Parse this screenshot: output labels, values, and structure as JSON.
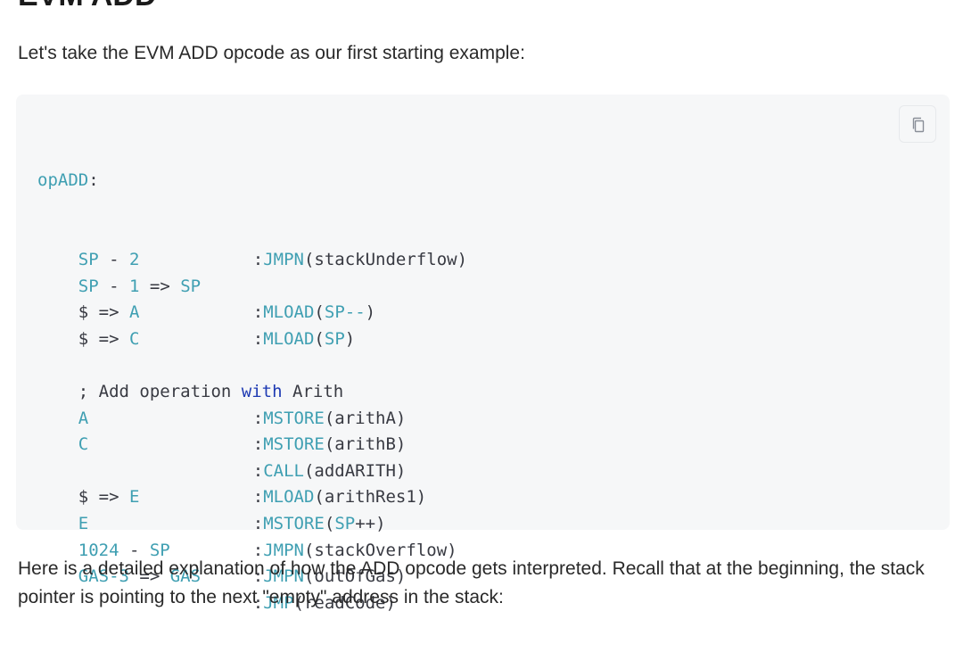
{
  "heading": "EVM ADD",
  "intro": "Let's take the EVM ADD opcode as our first starting example:",
  "copy_icon": "copy-icon",
  "code": {
    "label": "opADD",
    "lines": [
      {
        "a": [
          {
            "t": "SP",
            "c": "reg"
          },
          {
            "t": " - ",
            "c": "plain"
          },
          {
            "t": "2",
            "c": "reg"
          }
        ],
        "b": [
          {
            "t": ":",
            "c": "plain"
          },
          {
            "t": "JMPN",
            "c": "fn"
          },
          {
            "t": "(stackUnderflow)",
            "c": "plain"
          }
        ]
      },
      {
        "a": [
          {
            "t": "SP",
            "c": "reg"
          },
          {
            "t": " - ",
            "c": "plain"
          },
          {
            "t": "1",
            "c": "reg"
          },
          {
            "t": " => ",
            "c": "plain"
          },
          {
            "t": "SP",
            "c": "reg"
          }
        ],
        "b": []
      },
      {
        "a": [
          {
            "t": "$",
            "c": "plain"
          },
          {
            "t": " => ",
            "c": "plain"
          },
          {
            "t": "A",
            "c": "reg"
          }
        ],
        "b": [
          {
            "t": ":",
            "c": "plain"
          },
          {
            "t": "MLOAD",
            "c": "fn"
          },
          {
            "t": "(",
            "c": "plain"
          },
          {
            "t": "SP--",
            "c": "reg"
          },
          {
            "t": ")",
            "c": "plain"
          }
        ]
      },
      {
        "a": [
          {
            "t": "$",
            "c": "plain"
          },
          {
            "t": " => ",
            "c": "plain"
          },
          {
            "t": "C",
            "c": "reg"
          }
        ],
        "b": [
          {
            "t": ":",
            "c": "plain"
          },
          {
            "t": "MLOAD",
            "c": "fn"
          },
          {
            "t": "(",
            "c": "plain"
          },
          {
            "t": "SP",
            "c": "reg"
          },
          {
            "t": ")",
            "c": "plain"
          }
        ]
      },
      {
        "a": [],
        "b": []
      },
      {
        "a": [
          {
            "t": "; Add operation ",
            "c": "plain"
          },
          {
            "t": "with",
            "c": "kw"
          },
          {
            "t": " Arith",
            "c": "plain"
          }
        ],
        "b": [],
        "full": true
      },
      {
        "a": [
          {
            "t": "A",
            "c": "reg"
          }
        ],
        "b": [
          {
            "t": ":",
            "c": "plain"
          },
          {
            "t": "MSTORE",
            "c": "fn"
          },
          {
            "t": "(arithA)",
            "c": "plain"
          }
        ]
      },
      {
        "a": [
          {
            "t": "C",
            "c": "reg"
          }
        ],
        "b": [
          {
            "t": ":",
            "c": "plain"
          },
          {
            "t": "MSTORE",
            "c": "fn"
          },
          {
            "t": "(arithB)",
            "c": "plain"
          }
        ]
      },
      {
        "a": [],
        "b": [
          {
            "t": ":",
            "c": "plain"
          },
          {
            "t": "CALL",
            "c": "fn"
          },
          {
            "t": "(addARITH)",
            "c": "plain"
          }
        ]
      },
      {
        "a": [
          {
            "t": "$",
            "c": "plain"
          },
          {
            "t": " => ",
            "c": "plain"
          },
          {
            "t": "E",
            "c": "reg"
          }
        ],
        "b": [
          {
            "t": ":",
            "c": "plain"
          },
          {
            "t": "MLOAD",
            "c": "fn"
          },
          {
            "t": "(arithRes1)",
            "c": "plain"
          }
        ]
      },
      {
        "a": [
          {
            "t": "E",
            "c": "reg"
          }
        ],
        "b": [
          {
            "t": ":",
            "c": "plain"
          },
          {
            "t": "MSTORE",
            "c": "fn"
          },
          {
            "t": "(",
            "c": "plain"
          },
          {
            "t": "SP",
            "c": "reg"
          },
          {
            "t": "++)",
            "c": "plain"
          }
        ]
      },
      {
        "a": [
          {
            "t": "1024",
            "c": "reg"
          },
          {
            "t": " - ",
            "c": "plain"
          },
          {
            "t": "SP",
            "c": "reg"
          }
        ],
        "b": [
          {
            "t": ":",
            "c": "plain"
          },
          {
            "t": "JMPN",
            "c": "fn"
          },
          {
            "t": "(stackOverflow)",
            "c": "plain"
          }
        ]
      },
      {
        "a": [
          {
            "t": "GAS-3",
            "c": "reg"
          },
          {
            "t": " => ",
            "c": "plain"
          },
          {
            "t": "GAS",
            "c": "reg"
          }
        ],
        "b": [
          {
            "t": ":",
            "c": "plain"
          },
          {
            "t": "JMPN",
            "c": "fn"
          },
          {
            "t": "(outOfGas)",
            "c": "plain"
          }
        ]
      },
      {
        "a": [],
        "b": [
          {
            "t": ":",
            "c": "plain"
          },
          {
            "t": "JMP",
            "c": "fn"
          },
          {
            "t": "(readCode)",
            "c": "plain"
          }
        ]
      }
    ]
  },
  "outro": "Here is a detailed explanation of how the ADD opcode gets interpreted. Recall that at the beginning, the stack pointer is pointing to the next \"empty\" address in the stack:",
  "colors": {
    "code_background": "#f6f7f8",
    "token_teal": "#3f9fb2",
    "token_keyword": "#1f3bb3",
    "text": "#292929"
  }
}
